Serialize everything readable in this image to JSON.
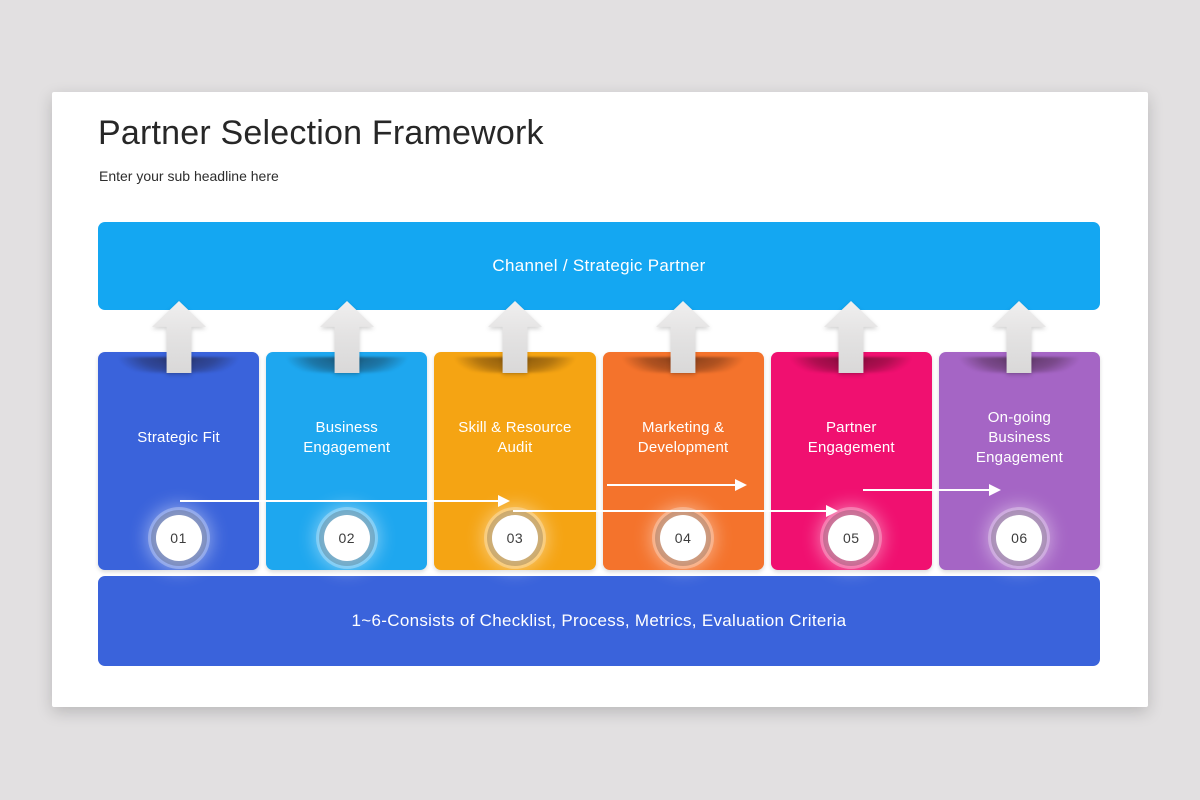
{
  "page": {
    "background": "#e2e0e1",
    "slide_background": "#ffffff"
  },
  "header": {
    "title": "Partner Selection Framework",
    "subtitle": "Enter your sub headline here"
  },
  "top_banner": {
    "label": "Channel / Strategic Partner",
    "color": "#14a7f2"
  },
  "steps": [
    {
      "number": "01",
      "label": "Strategic Fit",
      "color": "#3a63db"
    },
    {
      "number": "02",
      "label": "Business\nEngagement",
      "color": "#1ea7ef"
    },
    {
      "number": "03",
      "label": "Skill & Resource\nAudit",
      "color": "#f5a413"
    },
    {
      "number": "04",
      "label": "Marketing &\nDevelopment",
      "color": "#f4732c"
    },
    {
      "number": "05",
      "label": "Partner\nEngagement",
      "color": "#f01070"
    },
    {
      "number": "06",
      "label": "On-going\nBusiness\nEngagement",
      "color": "#a565c5"
    }
  ],
  "bottom_banner": {
    "label": "1~6-Consists of Checklist, Process, Metrics, Evaluation Criteria",
    "color": "#3a63db"
  }
}
